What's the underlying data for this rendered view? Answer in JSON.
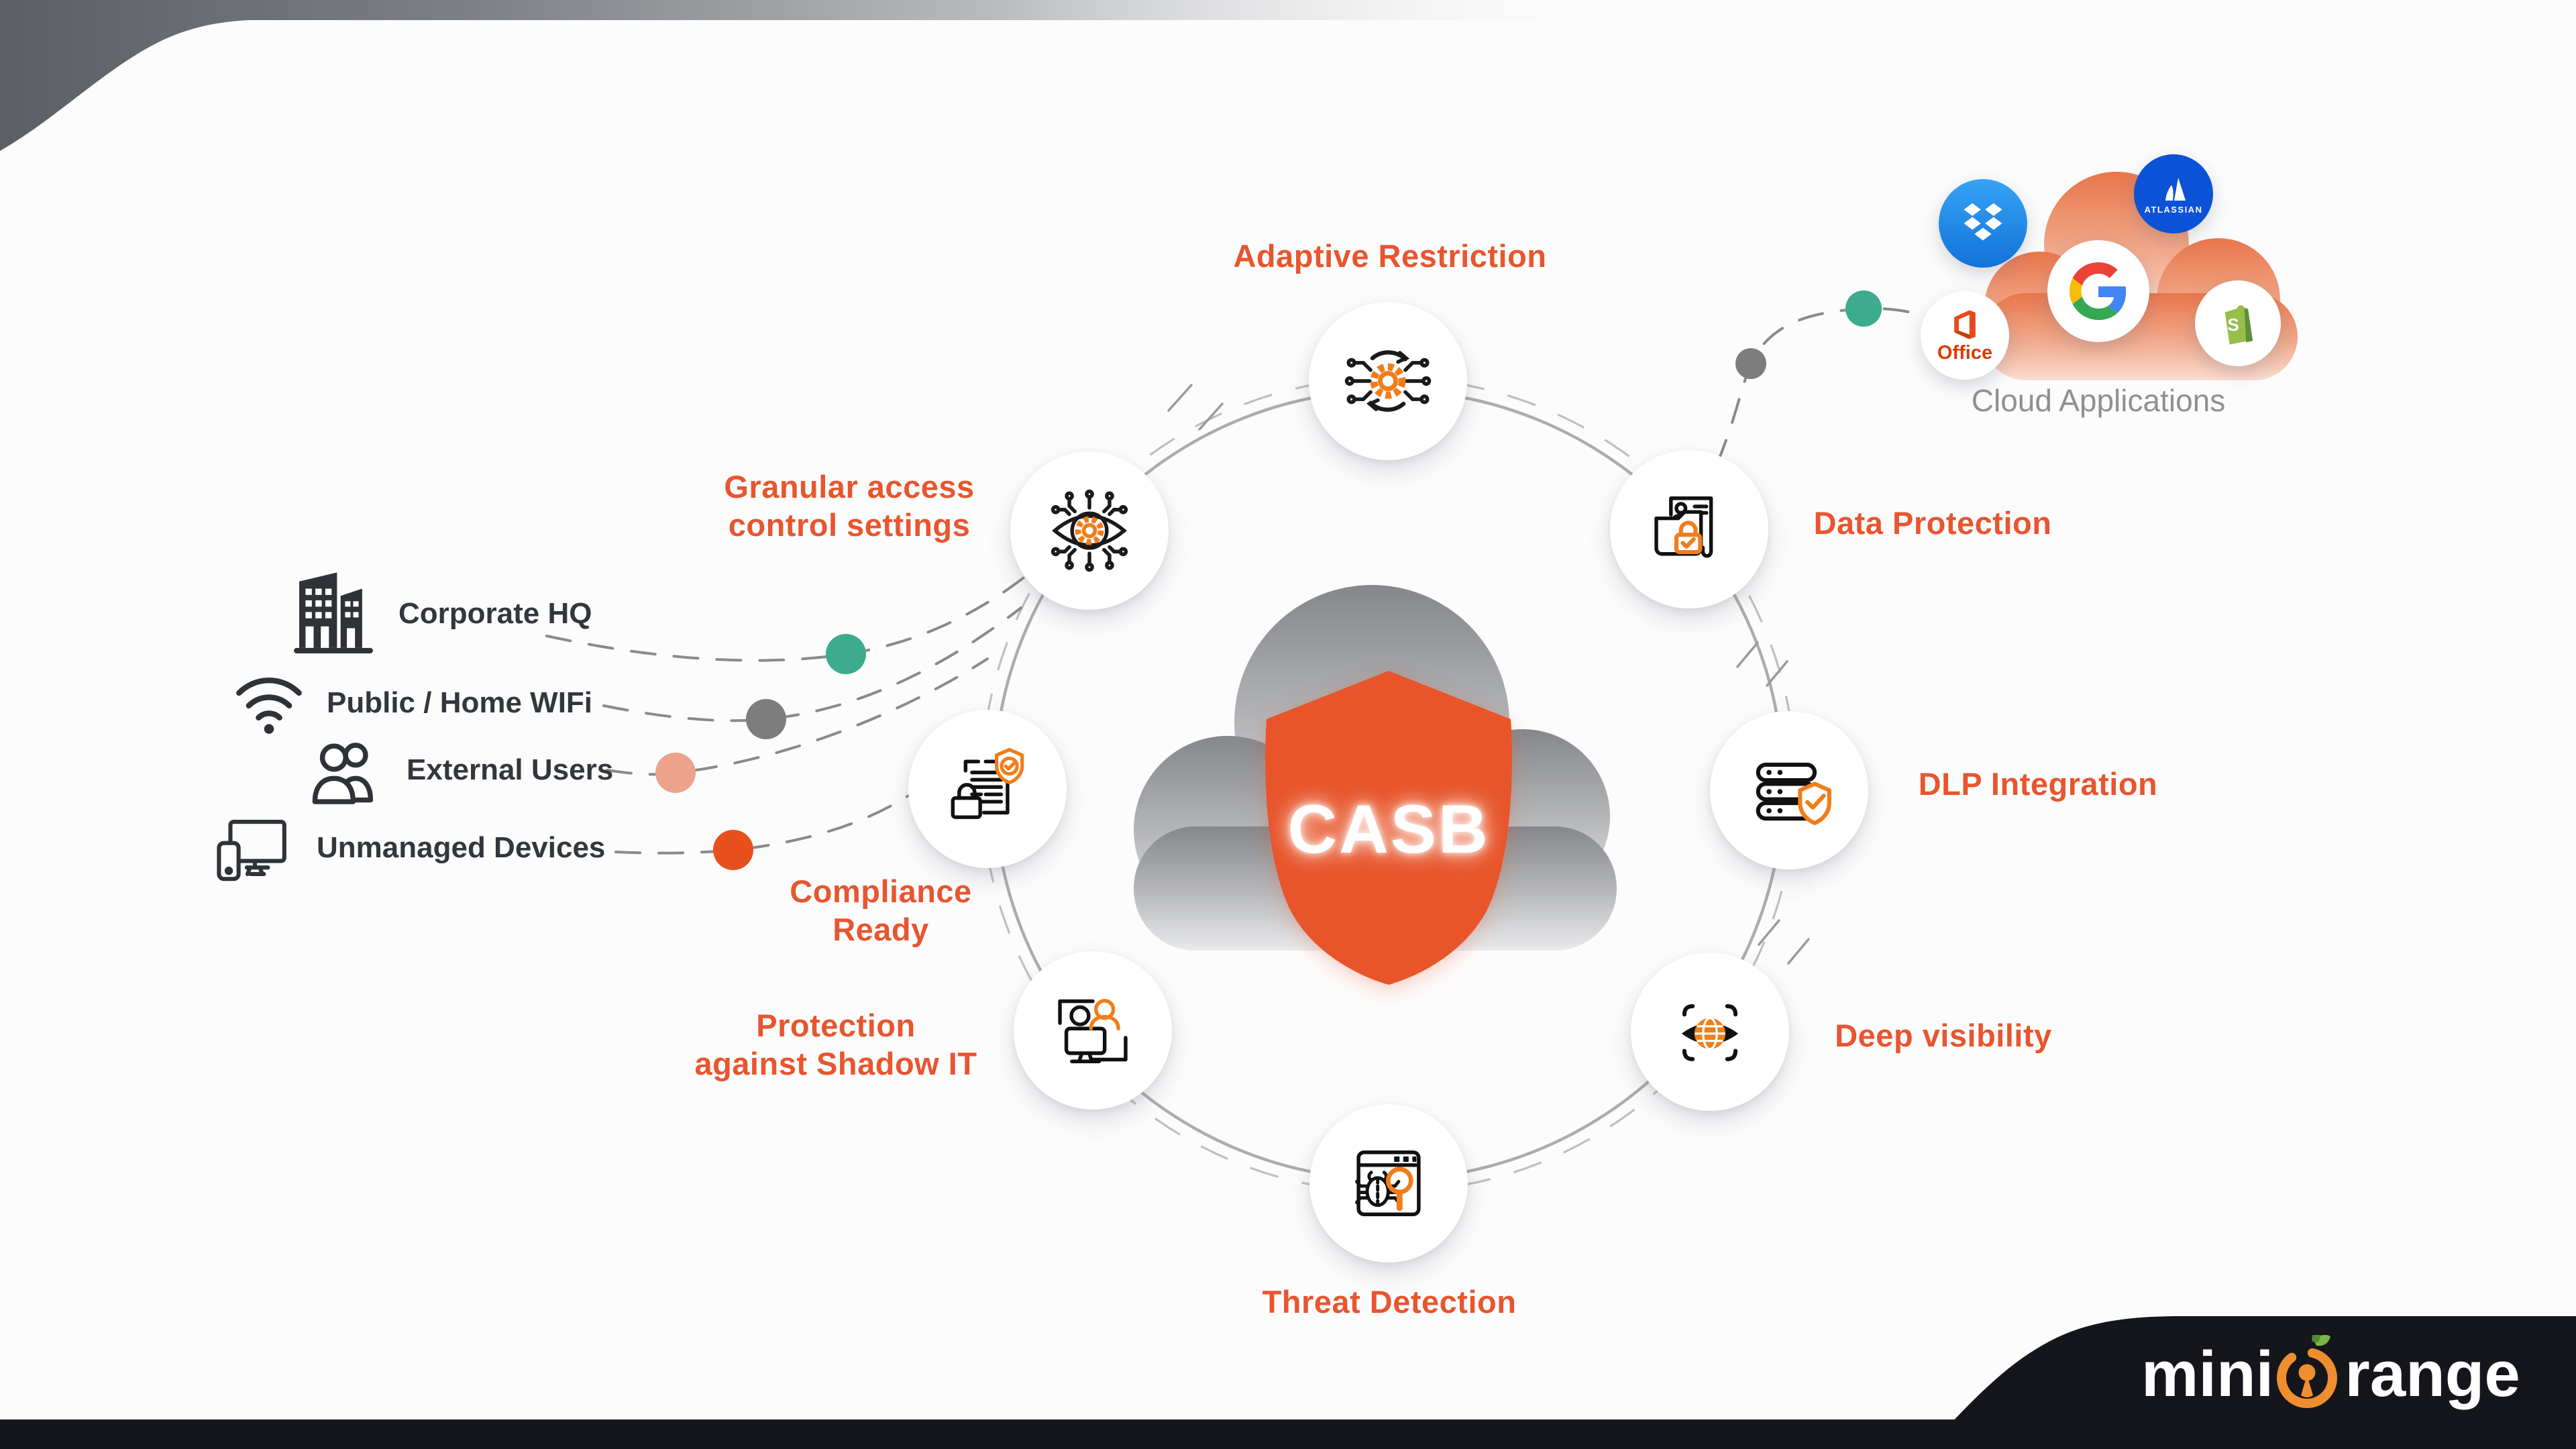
{
  "center": {
    "shield_label": "CASB"
  },
  "ring_features": [
    {
      "id": "adaptive-restriction",
      "label": "Adaptive Restriction"
    },
    {
      "id": "granular-access",
      "label_line1": "Granular access",
      "label_line2": "control settings"
    },
    {
      "id": "data-protection",
      "label": "Data Protection"
    },
    {
      "id": "compliance-ready",
      "label_line1": "Compliance",
      "label_line2": "Ready"
    },
    {
      "id": "dlp-integration",
      "label": "DLP Integration"
    },
    {
      "id": "protection-shadow-it",
      "label_line1": "Protection",
      "label_line2": "against Shadow IT"
    },
    {
      "id": "deep-visibility",
      "label": "Deep visibility"
    },
    {
      "id": "threat-detection",
      "label": "Threat Detection"
    }
  ],
  "sources": [
    {
      "label": "Corporate HQ",
      "icon": "building-icon",
      "dot_color": "#3CAB8E"
    },
    {
      "label": "Public / Home WIFi",
      "icon": "wifi-icon",
      "dot_color": "#7D7D7D"
    },
    {
      "label": "External Users",
      "icon": "users-icon",
      "dot_color": "#EDA28B"
    },
    {
      "label": "Unmanaged Devices",
      "icon": "devices-icon",
      "dot_color": "#E8501E"
    }
  ],
  "cloud_apps": {
    "title": "Cloud Applications",
    "atlassian_label": "ATLASSIAN",
    "office_label": "Office",
    "shopify_letter": "S",
    "apps": [
      "dropbox",
      "atlassian",
      "google",
      "office",
      "shopify"
    ]
  },
  "brand": {
    "name": "miniOrange",
    "part1": "mini",
    "part2": "range"
  },
  "colors": {
    "accent_orange": "#E8552E",
    "icon_orange": "#F07D1A",
    "shield_orange": "#E8552A",
    "teal_dot": "#3CAB8E",
    "gray_dot": "#7D7D7D",
    "salmon_dot": "#EDA28B",
    "red_dot": "#E8501E",
    "ring_gray": "#ACACAC",
    "dark_corner": "#14161C"
  }
}
